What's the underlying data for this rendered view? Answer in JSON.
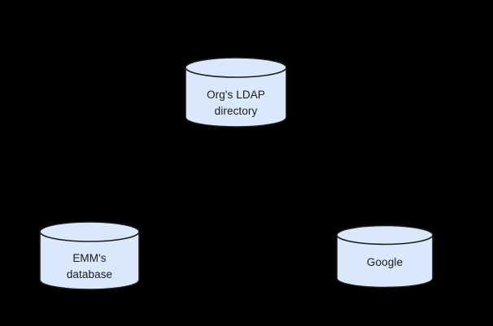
{
  "diagram": {
    "background_color": "#000000",
    "shape_fill_color": "#dae8fc",
    "shape_stroke_color": "#1a1a1a",
    "text_color": "#1a1a1a",
    "nodes": [
      {
        "id": "ldap",
        "shape": "cylinder",
        "icon_name": "database-cylinder-icon",
        "label_line1": "Org's LDAP",
        "label_line2": "directory"
      },
      {
        "id": "emm",
        "shape": "cylinder",
        "icon_name": "database-cylinder-icon",
        "label_line1": "EMM's",
        "label_line2": "database"
      },
      {
        "id": "google",
        "shape": "cylinder",
        "icon_name": "database-cylinder-icon",
        "label_line1": "Google",
        "label_line2": ""
      }
    ]
  }
}
